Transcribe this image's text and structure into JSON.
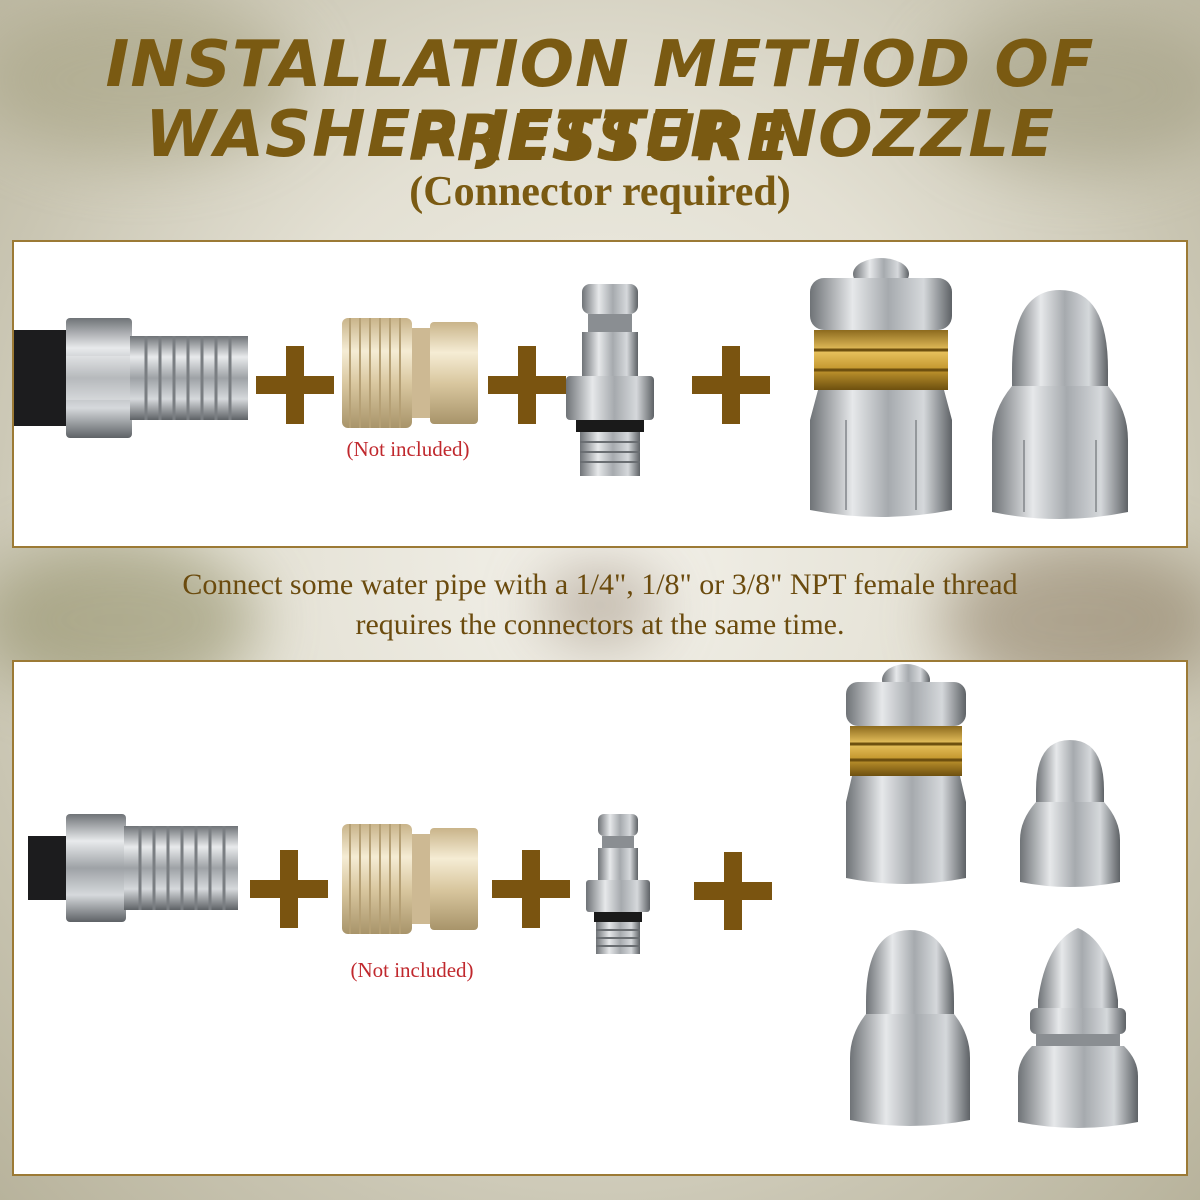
{
  "header": {
    "title_line1": "INSTALLATION METHOD OF PRESSURE",
    "title_line2": "WASHER JETTER NOZZLE",
    "subtitle": "(Connector required)"
  },
  "panel1": {
    "not_included_label": "(Not included)"
  },
  "caption": {
    "line1": "Connect some water pipe with a 1/4\", 1/8\" or 3/8\" NPT female thread",
    "line2": "requires the connectors at the same time."
  },
  "panel2": {
    "not_included_label": "(Not included)"
  },
  "colors": {
    "title_gold": "#7a5a12",
    "plus_brown": "#7a5410",
    "note_red": "#c0282d",
    "panel_border": "#9c7a35",
    "brass": "#c9a04a",
    "steel": "#b8bcc0"
  },
  "icons": [
    "hose-fitting-icon",
    "quick-coupler-icon",
    "plug-adapter-icon",
    "plus-icon",
    "rotating-nozzle-icon",
    "button-nozzle-icon",
    "bullet-nozzle-icon"
  ]
}
